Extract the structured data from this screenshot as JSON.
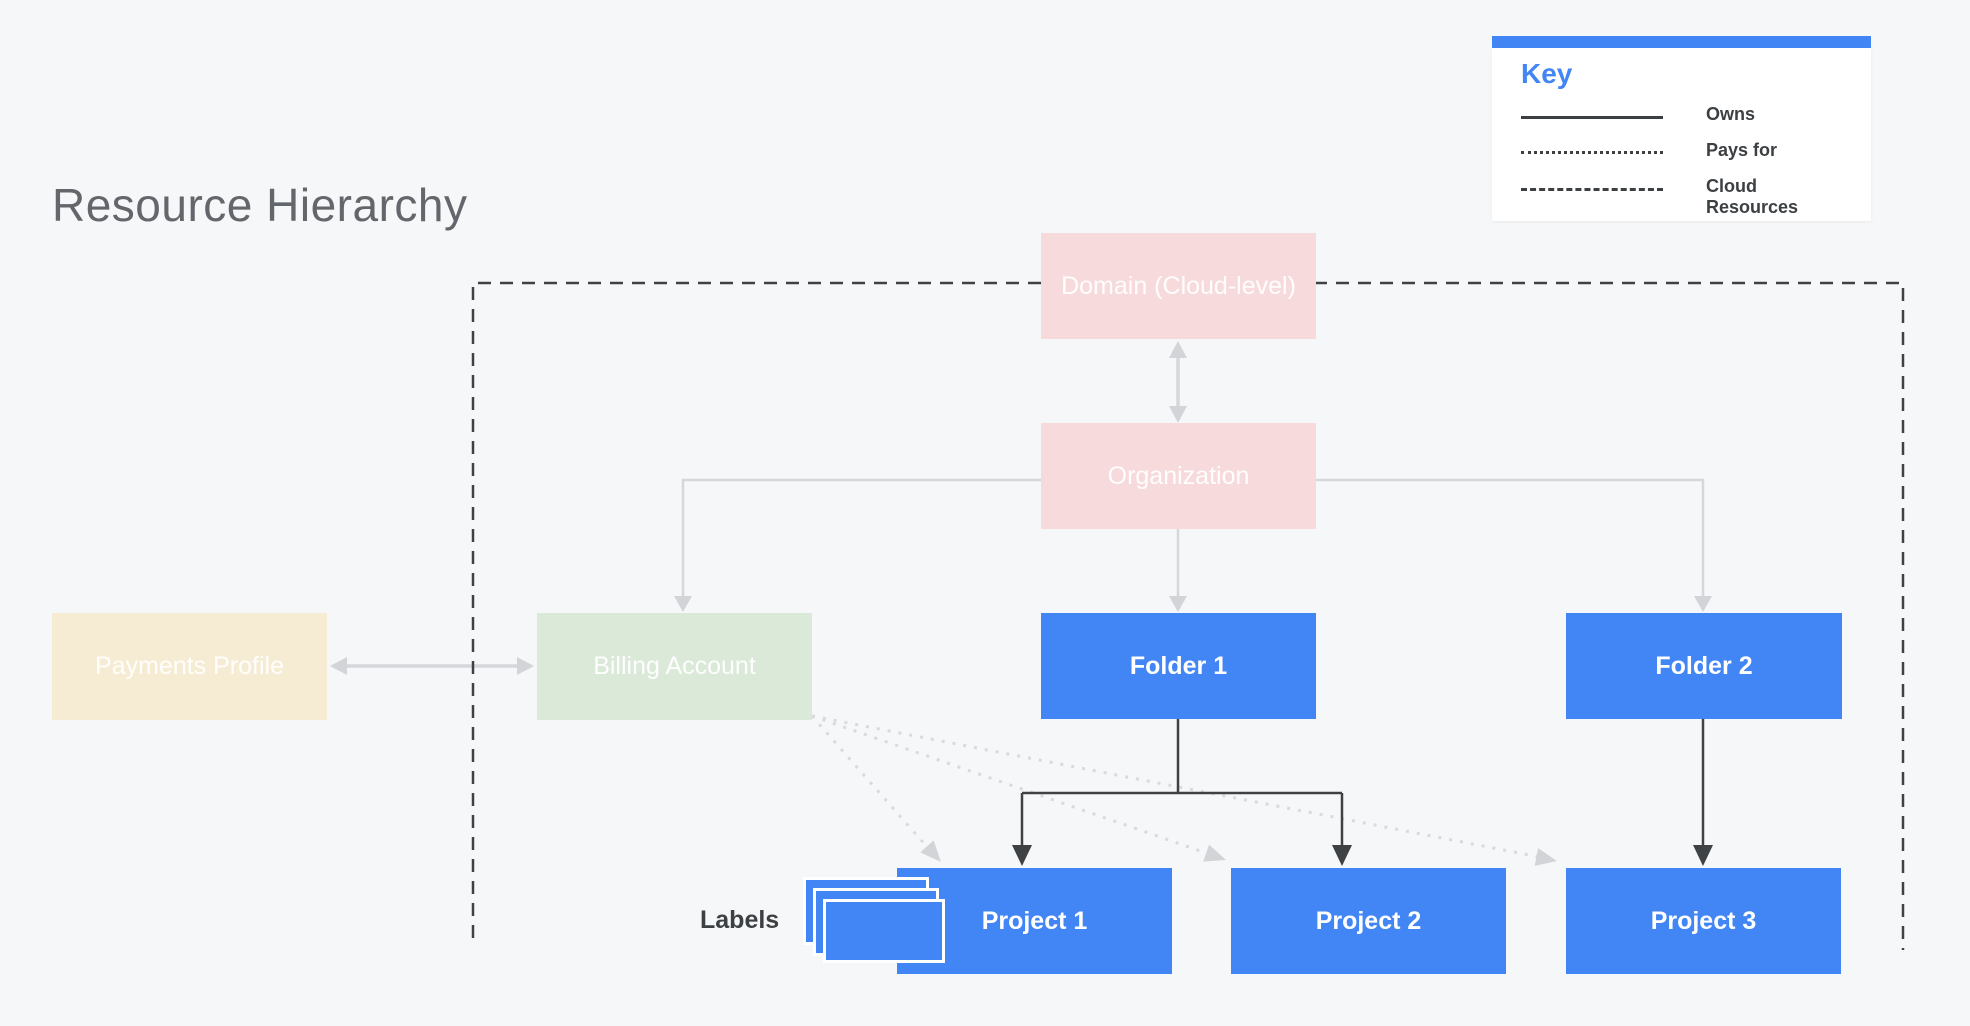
{
  "title": "Resource Hierarchy",
  "key": {
    "title": "Key",
    "items": [
      {
        "style": "solid",
        "label": "Owns"
      },
      {
        "style": "dotted",
        "label": "Pays for"
      },
      {
        "style": "dashed",
        "label": "Cloud Resources"
      }
    ]
  },
  "nodes": {
    "domain": {
      "label": "Domain (Cloud-level)",
      "color": "#f7dadc"
    },
    "organization": {
      "label": "Organization",
      "color": "#f7dadc"
    },
    "payments_profile": {
      "label": "Payments Profile",
      "color": "#f6ecd3"
    },
    "billing_account": {
      "label": "Billing Account",
      "color": "#dbe9d9"
    },
    "folder1": {
      "label": "Folder 1",
      "color": "#4285f4"
    },
    "folder2": {
      "label": "Folder 2",
      "color": "#4285f4"
    },
    "project1": {
      "label": "Project 1",
      "color": "#4285f4"
    },
    "project2": {
      "label": "Project 2",
      "color": "#4285f4"
    },
    "project3": {
      "label": "Project 3",
      "color": "#4285f4"
    }
  },
  "labels_caption": "Labels",
  "relations": [
    {
      "from": "domain",
      "to": "organization",
      "type": "owns",
      "bidirectional": true
    },
    {
      "from": "payments_profile",
      "to": "billing_account",
      "type": "owns",
      "bidirectional": true
    },
    {
      "from": "organization",
      "to": "billing_account",
      "type": "owns"
    },
    {
      "from": "organization",
      "to": "folder1",
      "type": "owns"
    },
    {
      "from": "organization",
      "to": "folder2",
      "type": "owns"
    },
    {
      "from": "folder1",
      "to": "project1",
      "type": "owns"
    },
    {
      "from": "folder1",
      "to": "project2",
      "type": "owns"
    },
    {
      "from": "folder2",
      "to": "project3",
      "type": "owns"
    },
    {
      "from": "billing_account",
      "to": "project1",
      "type": "pays_for"
    },
    {
      "from": "billing_account",
      "to": "project2",
      "type": "pays_for"
    },
    {
      "from": "billing_account",
      "to": "project3",
      "type": "pays_for"
    }
  ],
  "colors": {
    "background": "#f6f7f9",
    "accent_blue": "#4285f4",
    "pink": "#f7dadc",
    "green": "#dbe9d9",
    "cream": "#f6ecd3",
    "dark_line": "#3e4245",
    "gray_line": "#d5d7da",
    "dotted_line": "#d9dadc",
    "title_gray": "#63666a"
  }
}
